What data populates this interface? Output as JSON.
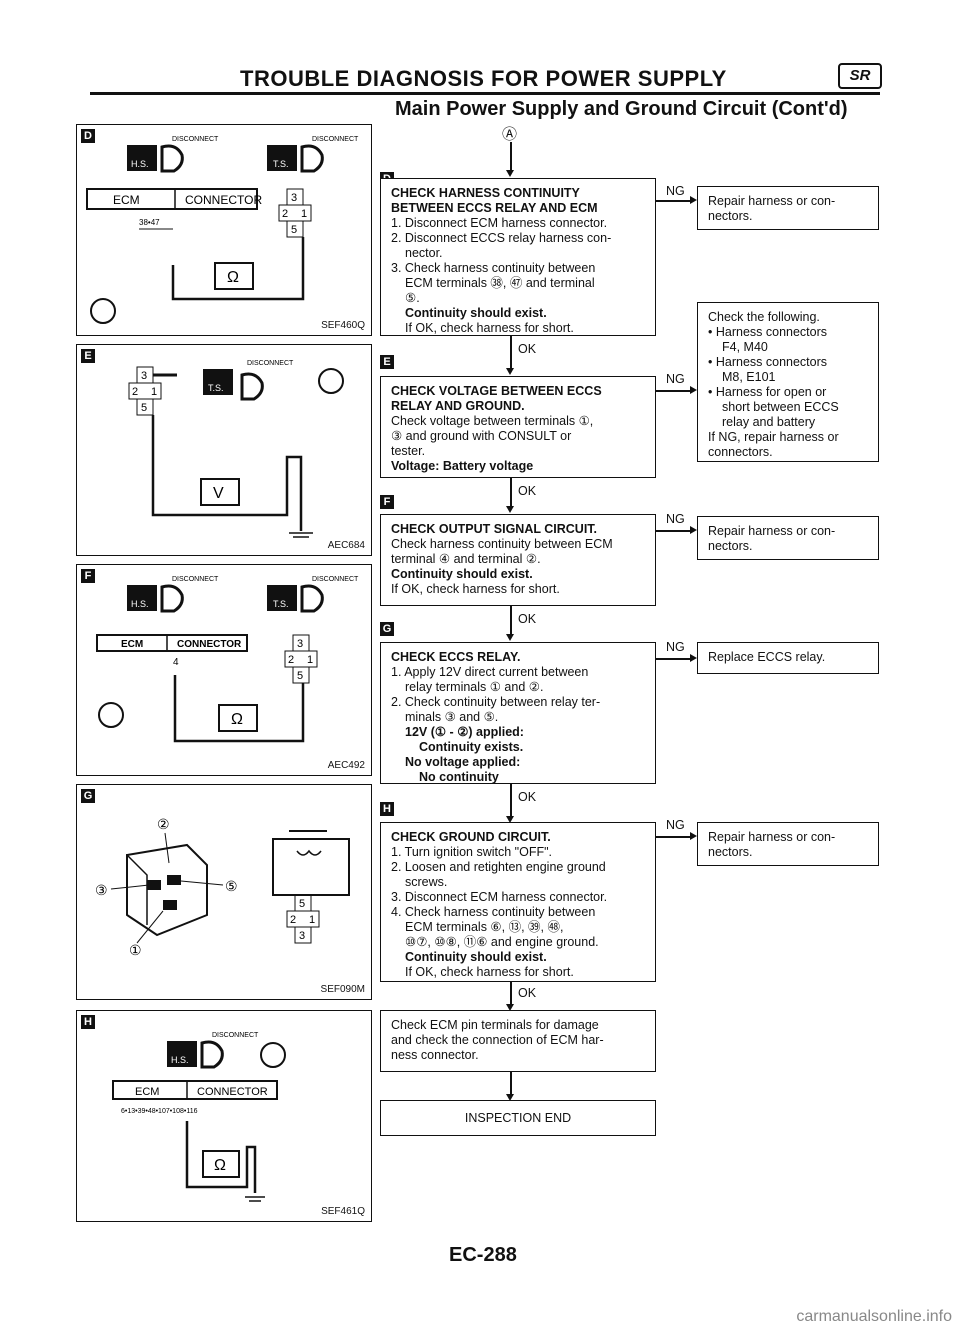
{
  "header": {
    "title": "TROUBLE DIAGNOSIS FOR POWER SUPPLY",
    "badge": "SR",
    "subtitle": "Main Power Supply and Ground Circuit (Cont'd)"
  },
  "entry_marker": "Ⓐ",
  "panels": [
    {
      "letter": "D",
      "code": "SEF460Q",
      "disconnect": "DISCONNECT",
      "hs": "H.S.",
      "ts": "T.S.",
      "ecm": "ECM",
      "connector": "CONNECTOR",
      "pins": "38•47",
      "relay_pins": [
        "3",
        "2",
        "1",
        "5"
      ],
      "meter": "Ω"
    },
    {
      "letter": "E",
      "code": "AEC684",
      "disconnect": "DISCONNECT",
      "ts": "T.S.",
      "relay_pins": [
        "3",
        "2",
        "1",
        "5"
      ],
      "meter": "V"
    },
    {
      "letter": "F",
      "code": "AEC492",
      "disconnect": "DISCONNECT",
      "hs": "H.S.",
      "ts": "T.S.",
      "ecm": "ECM",
      "connector": "CONNECTOR",
      "pins": "4",
      "relay_pins": [
        "3",
        "2",
        "1",
        "5"
      ],
      "meter": "Ω"
    },
    {
      "letter": "G",
      "code": "SEF090M",
      "callouts": [
        "②",
        "③",
        "⑤",
        "①"
      ],
      "relay_pins": [
        "5",
        "2",
        "1",
        "3"
      ]
    },
    {
      "letter": "H",
      "code": "SEF461Q",
      "disconnect": "DISCONNECT",
      "hs": "H.S.",
      "ecm": "ECM",
      "connector": "CONNECTOR",
      "pins": "6•13•39•48•107•108•116",
      "meter": "Ω"
    }
  ],
  "steps": [
    {
      "letter": "D",
      "lines": [
        {
          "t": "CHECK HARNESS CONTINUITY",
          "s": "b"
        },
        {
          "t": "BETWEEN ECCS RELAY AND ECM",
          "s": "b"
        },
        {
          "t": "1. Disconnect ECM harness connector.",
          "s": "l"
        },
        {
          "t": "2. Disconnect ECCS relay harness con-",
          "s": "l"
        },
        {
          "t": "nector.",
          "s": "ind"
        },
        {
          "t": "3. Check harness continuity between",
          "s": "l"
        },
        {
          "t": "ECM terminals ㊳, ㊼ and terminal",
          "s": "ind"
        },
        {
          "t": "⑤.",
          "s": "ind"
        },
        {
          "t": "Continuity should exist.",
          "s": "ind-b"
        },
        {
          "t": "If OK, check harness for short.",
          "s": "ind"
        }
      ]
    },
    {
      "letter": "E",
      "lines": [
        {
          "t": "CHECK VOLTAGE BETWEEN ECCS",
          "s": "b"
        },
        {
          "t": "RELAY AND GROUND.",
          "s": "b"
        },
        {
          "t": "Check voltage between terminals ①,",
          "s": "l"
        },
        {
          "t": "③ and ground with CONSULT or",
          "s": "l"
        },
        {
          "t": "tester.",
          "s": "l"
        },
        {
          "t": "Voltage: Battery voltage",
          "s": "b"
        }
      ]
    },
    {
      "letter": "F",
      "lines": [
        {
          "t": "CHECK OUTPUT SIGNAL CIRCUIT.",
          "s": "b"
        },
        {
          "t": "Check harness continuity between ECM",
          "s": "l"
        },
        {
          "t": "terminal ④ and terminal ②.",
          "s": "l"
        },
        {
          "t": "Continuity should exist.",
          "s": "b"
        },
        {
          "t": "If OK, check harness for short.",
          "s": "l"
        }
      ]
    },
    {
      "letter": "G",
      "lines": [
        {
          "t": "CHECK ECCS RELAY.",
          "s": "b"
        },
        {
          "t": "1. Apply 12V direct current between",
          "s": "l"
        },
        {
          "t": "relay terminals ① and ②.",
          "s": "ind"
        },
        {
          "t": "2. Check continuity between relay ter-",
          "s": "l"
        },
        {
          "t": "minals ③ and ⑤.",
          "s": "ind"
        },
        {
          "t": "12V (① - ②) applied:",
          "s": "ind-b"
        },
        {
          "t": "Continuity exists.",
          "s": "ind2-b"
        },
        {
          "t": "No voltage applied:",
          "s": "ind-b"
        },
        {
          "t": "No continuity",
          "s": "ind2-b"
        }
      ]
    },
    {
      "letter": "H",
      "lines": [
        {
          "t": "CHECK GROUND CIRCUIT.",
          "s": "b"
        },
        {
          "t": "1. Turn ignition switch \"OFF\".",
          "s": "l"
        },
        {
          "t": "2. Loosen and retighten engine ground",
          "s": "l"
        },
        {
          "t": "screws.",
          "s": "ind"
        },
        {
          "t": "3. Disconnect ECM harness connector.",
          "s": "l"
        },
        {
          "t": "4. Check harness continuity between",
          "s": "l"
        },
        {
          "t": "ECM terminals ⑥, ⑬, ㊴, ㊽,",
          "s": "ind"
        },
        {
          "t": "⑩⑦, ⑩⑧, ⑪⑥ and engine ground.",
          "s": "ind"
        },
        {
          "t": "Continuity should exist.",
          "s": "ind-b"
        },
        {
          "t": "If OK, check harness for short.",
          "s": "ind"
        }
      ]
    },
    {
      "letter": "",
      "lines": [
        {
          "t": "Check ECM pin terminals for damage",
          "s": "l"
        },
        {
          "t": "and check the connection of ECM har-",
          "s": "l"
        },
        {
          "t": "ness connector.",
          "s": "l"
        }
      ]
    },
    {
      "letter": "",
      "lines": [
        {
          "t": "INSPECTION END",
          "s": "center"
        }
      ]
    }
  ],
  "results": [
    {
      "lines": [
        {
          "t": "Repair harness or con-"
        },
        {
          "t": "nectors."
        }
      ]
    },
    {
      "lines": [
        {
          "t": "Check the following."
        },
        {
          "t": "• Harness connectors"
        },
        {
          "t": "F4, M40",
          "ind": true
        },
        {
          "t": "• Harness connectors"
        },
        {
          "t": "M8, E101",
          "ind": true
        },
        {
          "t": "• Harness for open or"
        },
        {
          "t": "short between ECCS",
          "ind": true
        },
        {
          "t": "relay and battery",
          "ind": true
        },
        {
          "t": "If NG, repair harness or"
        },
        {
          "t": "connectors."
        }
      ]
    },
    {
      "lines": [
        {
          "t": "Repair harness or con-"
        },
        {
          "t": "nectors."
        }
      ]
    },
    {
      "lines": [
        {
          "t": "Replace ECCS relay."
        }
      ]
    },
    {
      "lines": [
        {
          "t": "Repair harness or con-"
        },
        {
          "t": "nectors."
        }
      ]
    }
  ],
  "ng_label": "NG",
  "ok_label": "OK",
  "footer": "EC-288",
  "watermark": "carmanualsonline.info"
}
